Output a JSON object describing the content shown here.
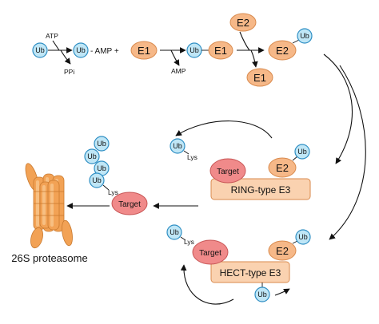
{
  "labels": {
    "ub": "Ub",
    "atp": "ATP",
    "ppi": "PPi",
    "amp_suffix": "- AMP +",
    "e1": "E1",
    "amp": "AMP",
    "e2": "E2",
    "target": "Target",
    "lys": "Lys",
    "ring_e3": "RING-type E3",
    "hect_e3": "HECT-type E3",
    "proteasome": "26S proteasome"
  },
  "colors": {
    "ubiquitin_fill": "#bfe6f6",
    "ubiquitin_stroke": "#2f8fc4",
    "enzyme_fill": "#f6b888",
    "target_fill": "#f08a8a",
    "e3_fill": "#fad2b0",
    "proteasome_fill": "#f2a255"
  }
}
